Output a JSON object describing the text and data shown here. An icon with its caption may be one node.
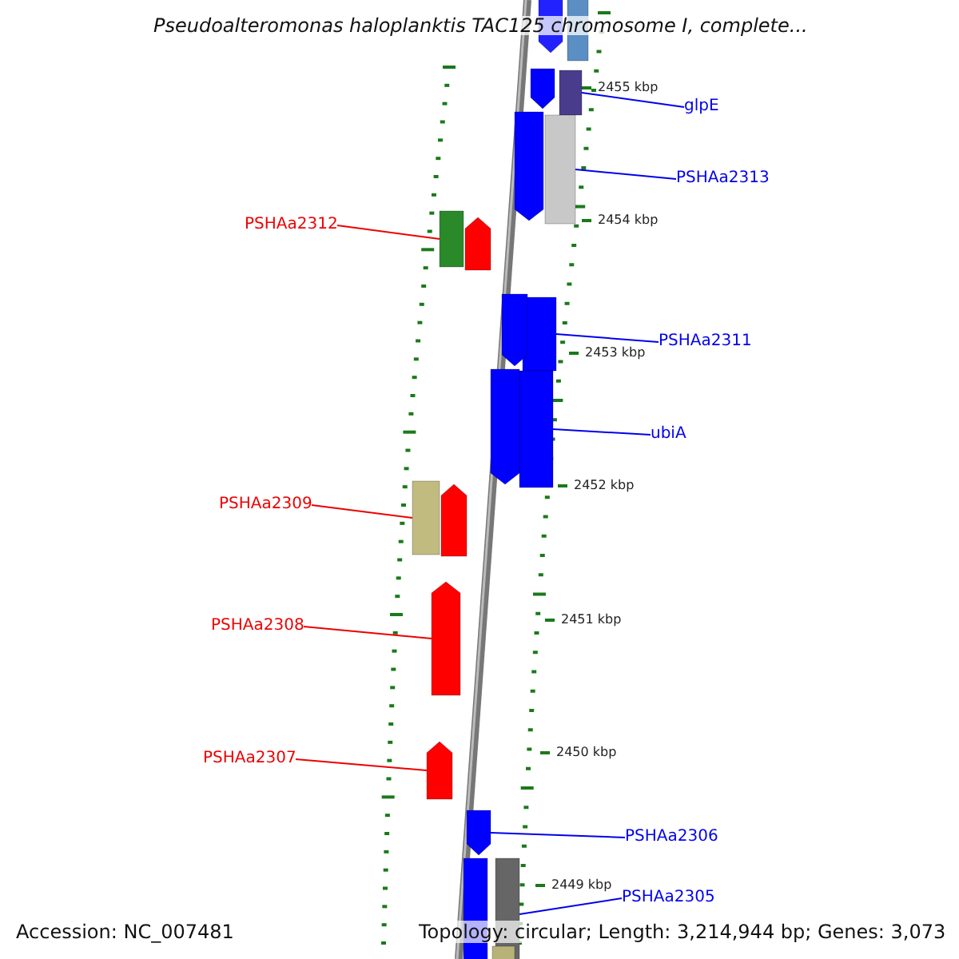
{
  "diagram": {
    "title": "Pseudoalteromonas haloplanktis TAC125 chromosome I, complete...",
    "nodes": [
      {
        "text": [
          "glpE"
        ]
      },
      {
        "text": [],
        "shape": "box"
      },
      {
        "text": [
          "PSHAa2313"
        ]
      },
      {
        "text": [],
        "shape": "box"
      },
      {
        "text": [
          "PSHAa2312"
        ]
      },
      {
        "text": [],
        "shape": "box"
      },
      {
        "text": [
          "PSHAa2311"
        ]
      },
      {
        "text": [],
        "shape": "box"
      },
      {
        "text": [
          "ubiA"
        ]
      },
      {
        "text": [],
        "shape": "box"
      },
      {
        "text": [
          "PSHAa2309"
        ]
      },
      {
        "text": [],
        "shape": "box"
      },
      {
        "text": [
          "PSHAa2308"
        ]
      },
      {
        "text": [],
        "shape": "box"
      },
      {
        "text": [
          "PSHAa2307"
        ]
      },
      {
        "text": [],
        "shape": "box"
      },
      {
        "text": [
          "PSHAa2306"
        ]
      },
      {
        "text": [],
        "shape": "box"
      },
      {
        "text": [
          "PSHAa2305"
        ]
      },
      {
        "text": [],
        "shape": "box"
      },
      {
        "text": [],
        "shape": "box"
      },
      {
        "text": [],
        "shape": "box"
      },
      {
        "text": [],
        "shape": "box"
      },
      {
        "text": [],
        "shape": "box"
      },
      {
        "text": [],
        "shape": "box"
      },
      {
        "text": [],
        "shape": "box"
      },
      {
        "text": [],
        "shape": "box"
      },
      {
        "text": [],
        "shape": "box"
      },
      {
        "text": [],
        "shape": "box"
      },
      {
        "text": [],
        "shape": "box"
      }
    ],
    "edges": [
      {
        "from": 0,
        "to": 1,
        "arrow": "none"
      },
      {
        "from": 2,
        "to": 3,
        "arrow": "none"
      },
      {
        "from": 4,
        "to": 5,
        "arrow": "none",
        "color": "#ee0000"
      },
      {
        "from": 6,
        "to": 7,
        "arrow": "none"
      },
      {
        "from": 8,
        "to": 9,
        "arrow": "none"
      },
      {
        "from": 10,
        "to": 11,
        "arrow": "none",
        "color": "#ee0000"
      },
      {
        "from": 12,
        "to": 13,
        "arrow": "none",
        "color": "#ee0000"
      },
      {
        "from": 14,
        "to": 15,
        "arrow": "none",
        "color": "#ee0000"
      },
      {
        "from": 16,
        "to": 17,
        "arrow": "none"
      },
      {
        "from": 18,
        "to": 19,
        "arrow": "none"
      }
    ],
    "labels": [
      "2455 kbp",
      "2454 kbp",
      "2453 kbp",
      "2452 kbp",
      "2451 kbp",
      "2450 kbp",
      "2449 kbp",
      "Accession: NC_007481",
      "Topology: circular; Length: 3,214,944 bp; Genes: 3,073"
    ]
  }
}
